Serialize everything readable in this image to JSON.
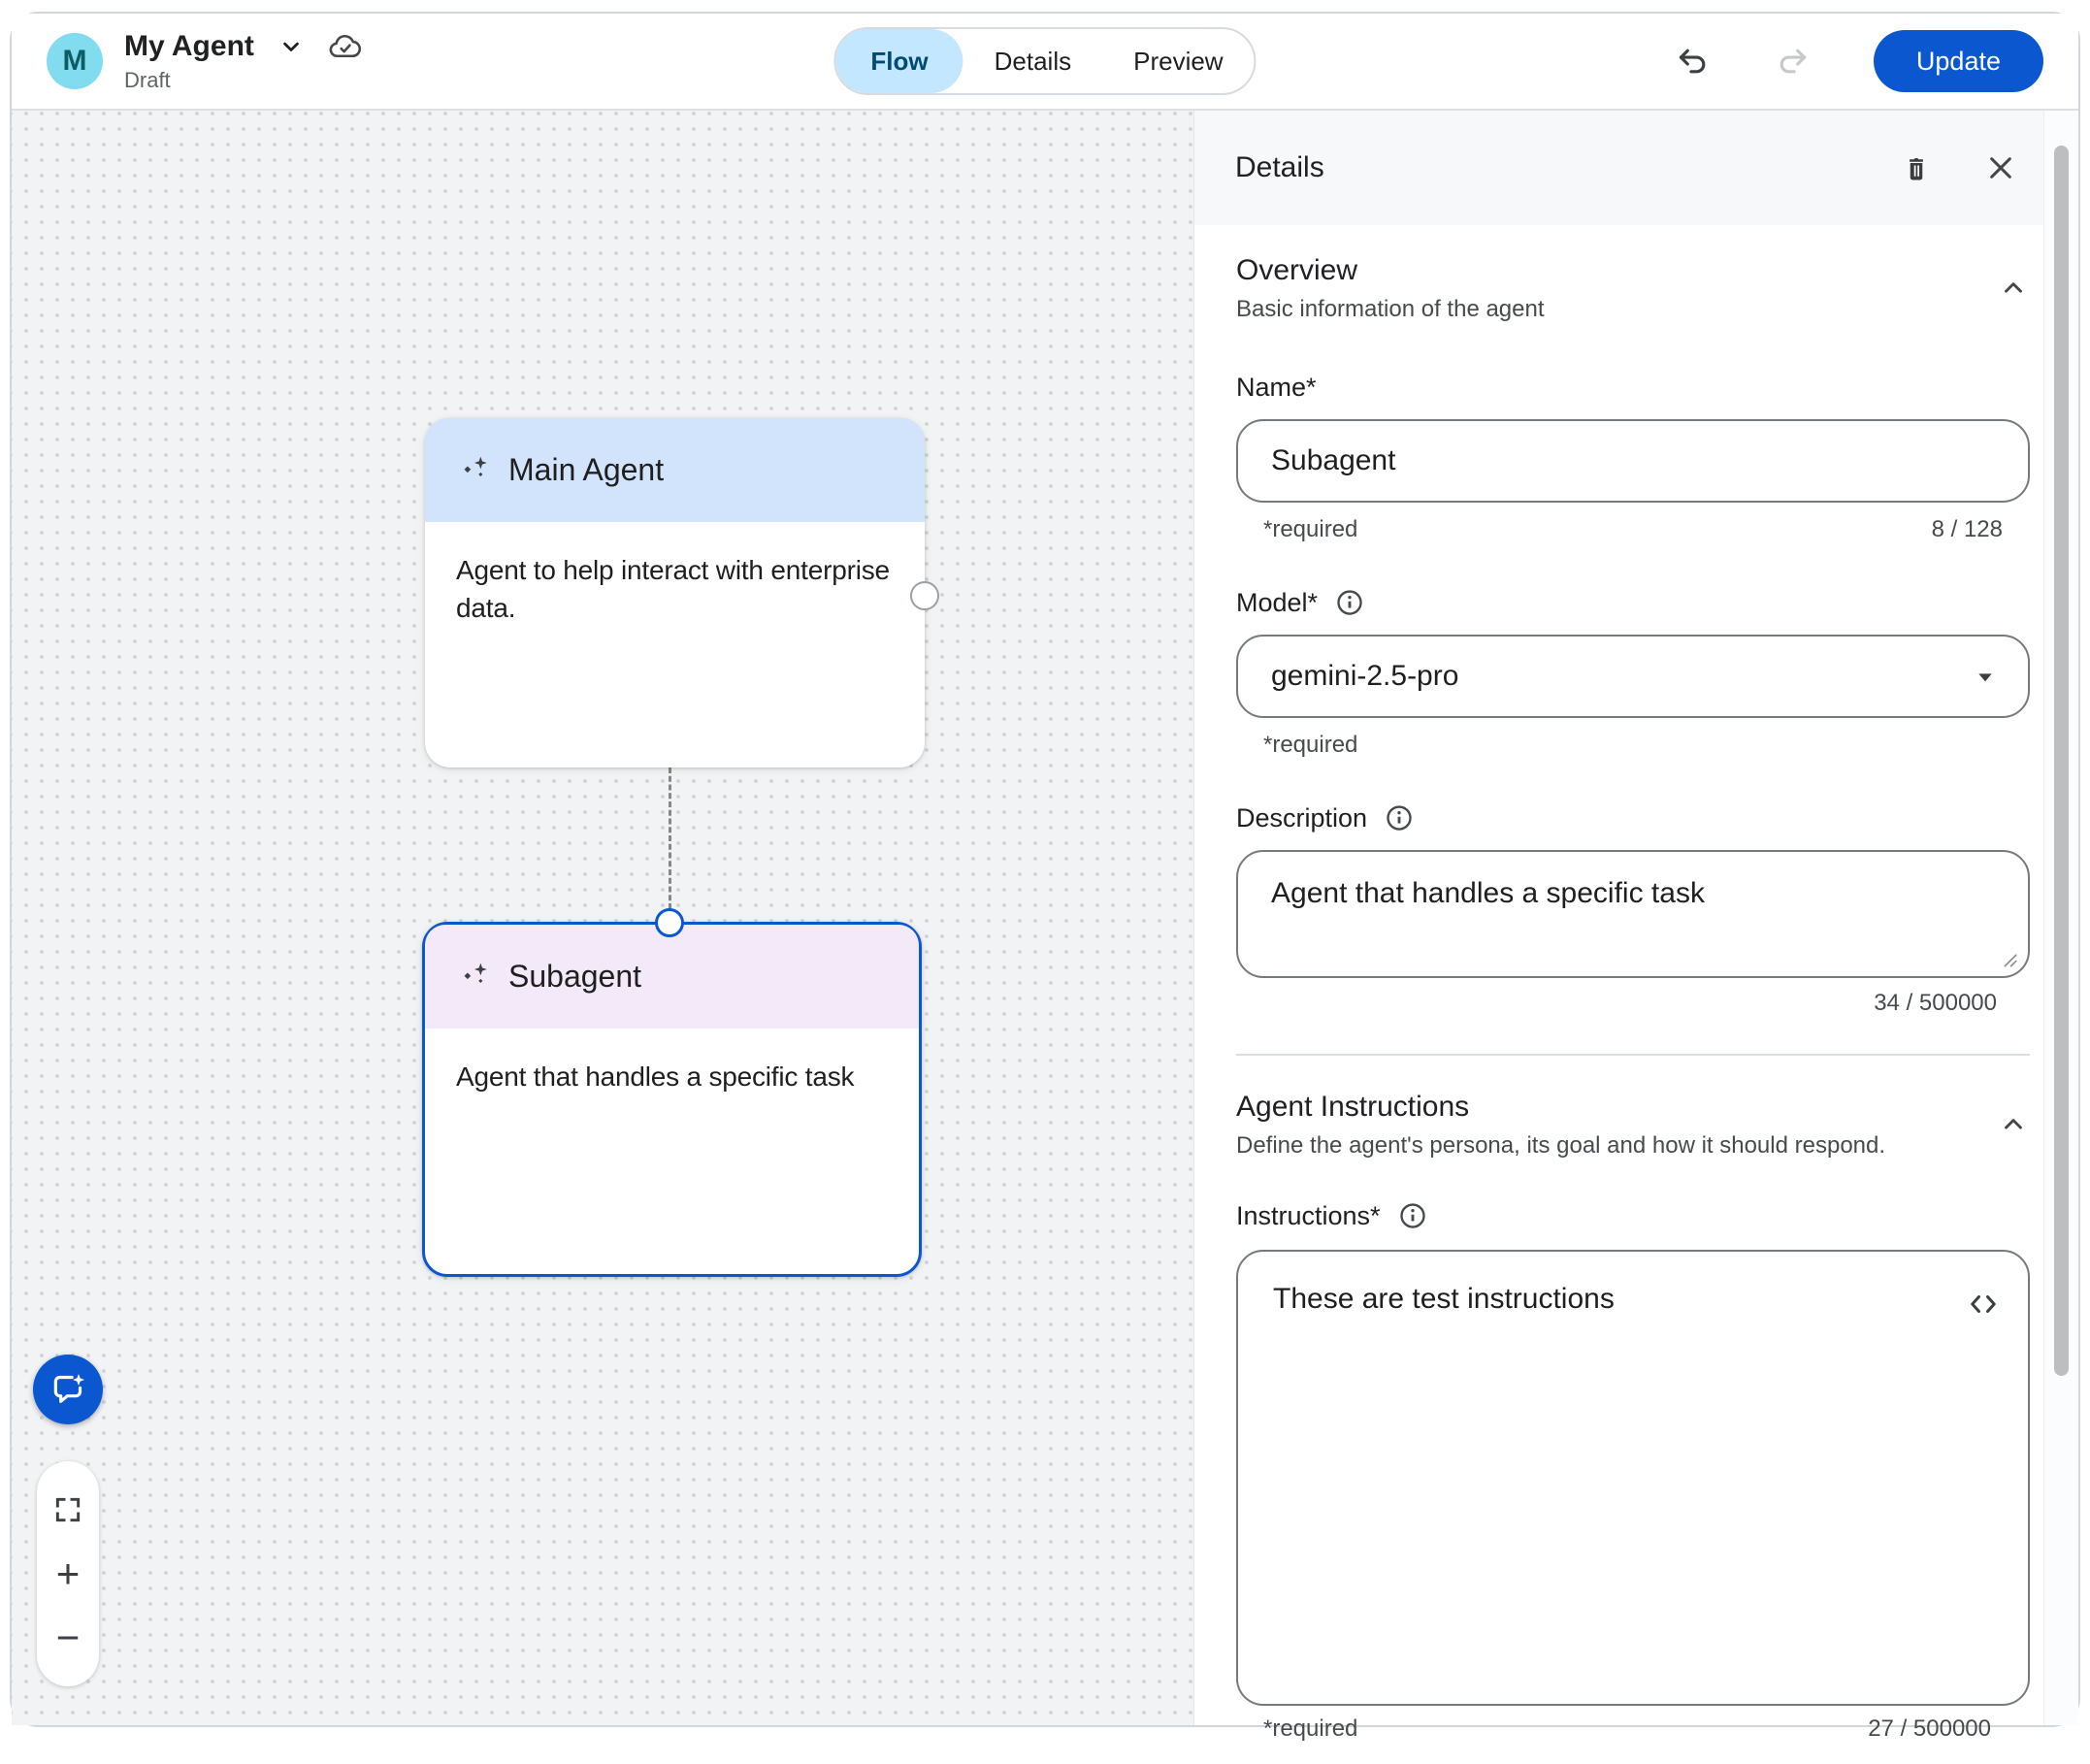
{
  "colors": {
    "accent_blue": "#0b57d0",
    "tab_active_bg": "#c2e7ff",
    "tab_active_text": "#004a77",
    "main_node_header": "#d2e3fc",
    "subagent_node_header": "#f4e9f8",
    "selected_node_border": "#0b57d0",
    "avatar_bg": "#80dcee",
    "avatar_text": "#0d5c66",
    "canvas_bg": "#f2f3f5"
  },
  "header": {
    "avatar_letter": "M",
    "title": "My Agent",
    "status": "Draft",
    "tabs": [
      {
        "label": "Flow",
        "active": true
      },
      {
        "label": "Details",
        "active": false
      },
      {
        "label": "Preview",
        "active": false
      }
    ],
    "update_label": "Update"
  },
  "canvas": {
    "nodes": [
      {
        "title": "Main Agent",
        "description": "Agent to help interact with enterprise data."
      },
      {
        "title": "Subagent",
        "description": "Agent that handles a specific task"
      }
    ]
  },
  "panel": {
    "title": "Details",
    "overview": {
      "title": "Overview",
      "subtitle": "Basic information of the agent",
      "name_label": "Name*",
      "name_value": "Subagent",
      "name_helper": "*required",
      "name_counter": "8 / 128",
      "model_label": "Model*",
      "model_value": "gemini-2.5-pro",
      "model_helper": "*required",
      "description_label": "Description",
      "description_value": "Agent that handles a specific task",
      "description_counter": "34 / 500000"
    },
    "agent_instructions": {
      "title": "Agent Instructions",
      "subtitle": "Define the agent's persona, its goal and how it should respond.",
      "instructions_label": "Instructions*",
      "instructions_value": "These are test instructions",
      "instructions_helper": "*required",
      "instructions_counter": "27 / 500000"
    }
  }
}
